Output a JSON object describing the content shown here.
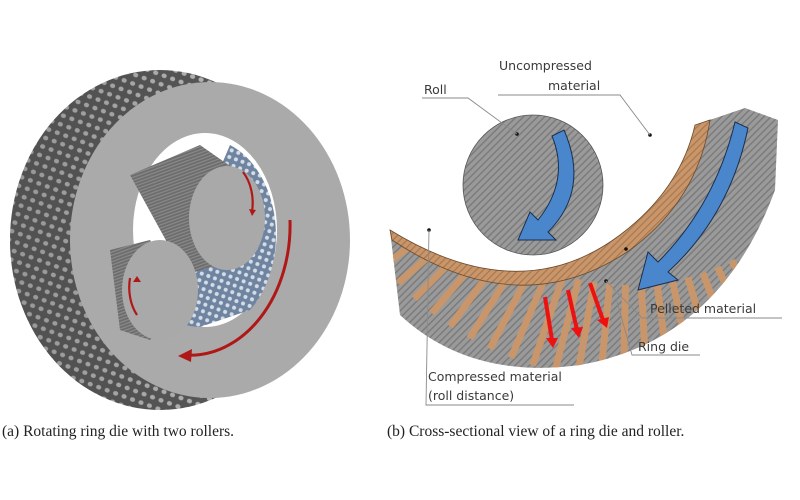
{
  "figure_a": {
    "caption": "(a) Rotating ring die with two rollers.",
    "colors": {
      "die_face": "#aaaaaa",
      "die_outer": "#6e6e6e",
      "holes": "#c4c4c4",
      "inner_surface": "#7f93ad",
      "roller": "#a9a9a9",
      "roller_side": "#6a6a6a",
      "rotation_arrow": "#b01818"
    }
  },
  "figure_b": {
    "caption": "(b) Cross-sectional view of a ring die and roller.",
    "labels": {
      "roll": "Roll",
      "uncompressed_1": "Uncompressed",
      "uncompressed_2": "material",
      "pelleted": "Pelleted material",
      "ring_die": "Ring die",
      "compressed_1": "Compressed material",
      "compressed_2": "(roll distance)"
    },
    "colors": {
      "roll": "#a0a0a0",
      "material": "#c8966a",
      "die": "#8d8d8d",
      "flow_arrow": "#4a86cc",
      "output_arrow": "#ee1111",
      "leader_line": "#8a8a8a"
    }
  }
}
